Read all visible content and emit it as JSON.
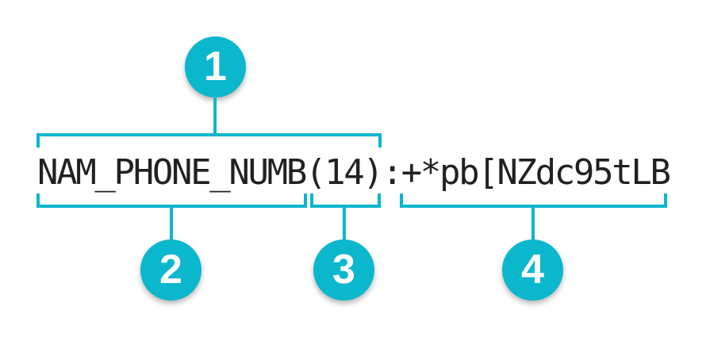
{
  "colors": {
    "accent": "#0bb7cd",
    "text": "#212121",
    "background": "#ffffff",
    "badge_number": "#ffffff"
  },
  "token": {
    "full": "NAM_PHONE_NUMB(14):+*pb[NZdc95tLB",
    "field_name": "NAM_PHONE_NUMB",
    "length": "(14)",
    "separator": ":",
    "value": "+*pb[NZdc95tLB"
  },
  "callouts": [
    {
      "number": "1",
      "spans": "NAM_PHONE_NUMB(14)"
    },
    {
      "number": "2",
      "spans": "NAM_PHONE_NUMB"
    },
    {
      "number": "3",
      "spans": "(14)"
    },
    {
      "number": "4",
      "spans": "+*pb[NZdc95tLB"
    }
  ]
}
